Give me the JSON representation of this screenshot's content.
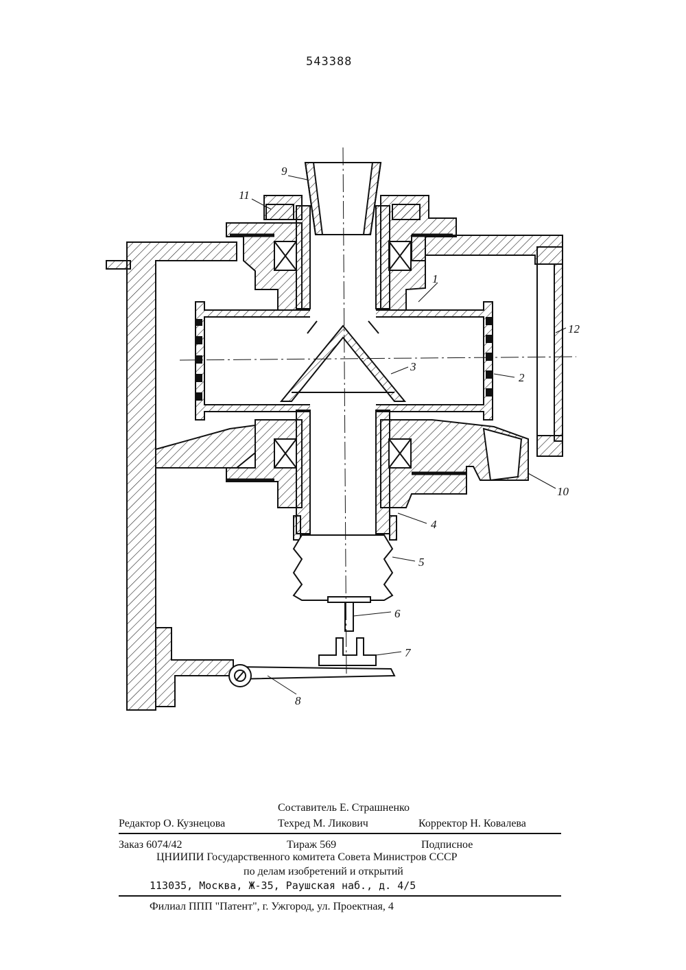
{
  "patent_number": "543388",
  "figure_labels": [
    "1",
    "2",
    "3",
    "4",
    "5",
    "6",
    "7",
    "8",
    "9",
    "10",
    "11",
    "12"
  ],
  "imprint": {
    "compiler": "Составитель Е. Страшненко",
    "editor": "Редактор О. Кузнецова",
    "techred": "Техред М. Ликович",
    "corrector": "Корректор Н. Ковалева",
    "order": "Заказ 6074/42",
    "circulation": "Тираж 569",
    "subscription": "Подписное",
    "org_line1": "ЦНИИПИ Государственного комитета Совета Министров СССР",
    "org_line2": "по делам изобретений и открытий",
    "address": "113035, Москва, Ж-35, Раушская наб., д. 4/5",
    "branch": "Филиал ППП \"Патент\", г. Ужгород, ул. Проектная, 4"
  }
}
